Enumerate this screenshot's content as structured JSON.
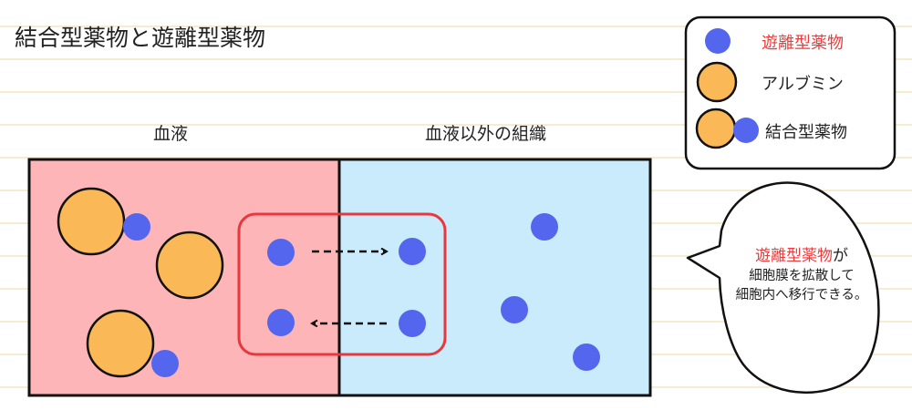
{
  "title": "結合型薬物と遊離型薬物",
  "regions": {
    "blood": "血液",
    "other": "血液以外の組織"
  },
  "legend": {
    "free_drug": "遊離型薬物",
    "albumin": "アルブミン",
    "bound_drug": "結合型薬物"
  },
  "callout": {
    "highlight": "遊離型薬物",
    "suffix": "が",
    "line2": "細胞膜を拡散して",
    "line3": "細胞内へ移行できる。"
  },
  "colors": {
    "drug": "#5566ee",
    "albumin": "#fbb856",
    "blood_bg": "#fdb5b8",
    "tissue_bg": "#c9ebfb",
    "highlight_red": "#ee3a3a"
  }
}
